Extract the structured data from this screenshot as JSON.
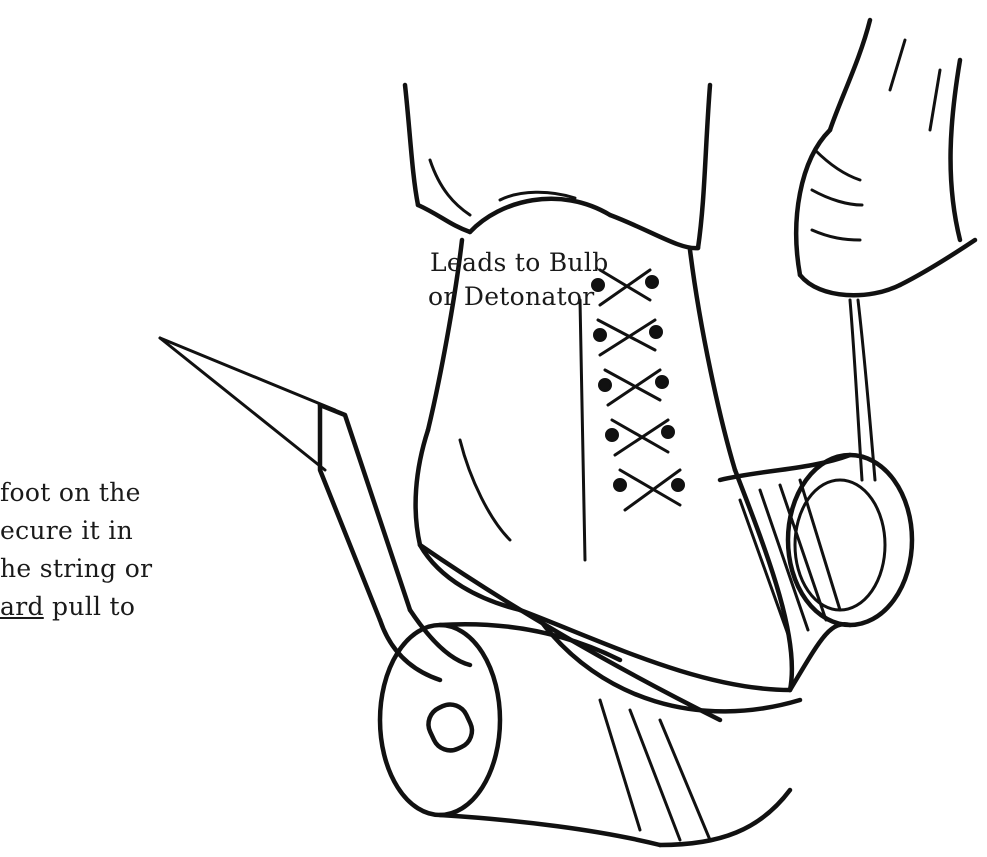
{
  "callout": {
    "line1": "Leads to Bulb",
    "line2": "or Detonator"
  },
  "instruction": {
    "line1": "foot on the",
    "line2": "ecure it in",
    "line3": "he string or",
    "line4_underlined": "ard",
    "line4_rest": " pull to"
  }
}
